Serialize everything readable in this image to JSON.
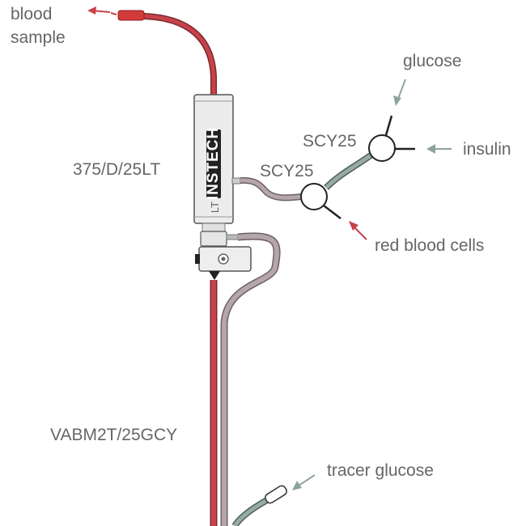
{
  "labels": {
    "blood_line1": "blood",
    "blood_line2": "sample",
    "swivel_model": "375/D/25LT",
    "connector_upper": "SCY25",
    "connector_lower": "SCY25",
    "glucose": "glucose",
    "insulin": "insulin",
    "red_blood_cells": "red blood cells",
    "catheter_model": "VABM2T/25GCY",
    "tracer_glucose": "tracer glucose"
  },
  "device": {
    "brand": "INSTECH",
    "suffix": "LT"
  },
  "colors": {
    "blood_line": "#c8424a",
    "infusion_line": "#a89aa0",
    "connector_line": "#8ea39f",
    "arrow_red": "#c8424a",
    "arrow_gray": "#8ea39f",
    "label_text": "#666666"
  }
}
